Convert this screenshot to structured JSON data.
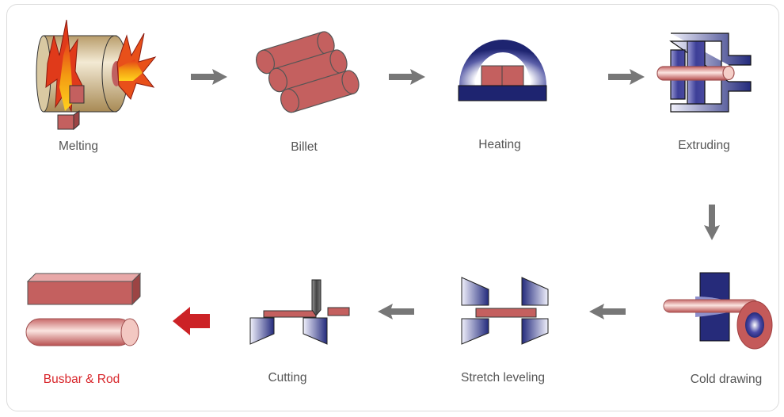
{
  "title": "Busbar & Rod manufacturing process",
  "steps": [
    {
      "label": "Melting"
    },
    {
      "label": "Billet"
    },
    {
      "label": "Heating"
    },
    {
      "label": "Extruding"
    },
    {
      "label": "Cold drawing"
    },
    {
      "label": "Stretch leveling"
    },
    {
      "label": "Cutting"
    },
    {
      "label": "Busbar & Rod"
    }
  ],
  "colors": {
    "copper": "#c4605f",
    "die": "#262b7a",
    "arrow": "#777777",
    "final_arrow": "#cc2226",
    "final_label": "#d8262b",
    "label": "#555555"
  }
}
